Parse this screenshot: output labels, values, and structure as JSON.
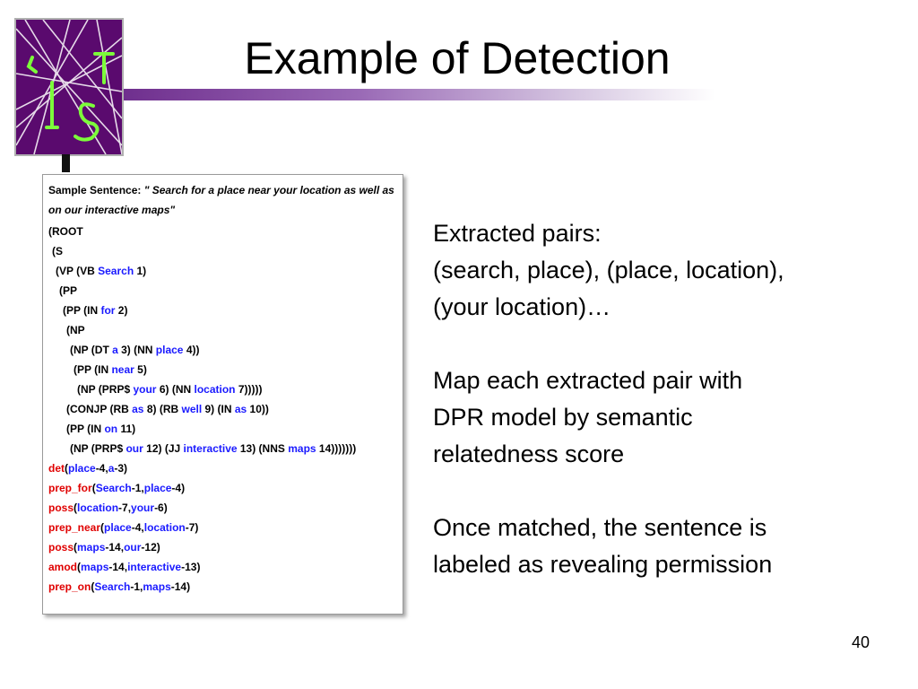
{
  "slide": {
    "title": "Example of Detection",
    "page_number": "40"
  },
  "panel": {
    "sample_label": "Sample Sentence:",
    "sample_text": "\" Search for a place near your location as well as on our interactive maps\"",
    "tree": [
      {
        "indent": 0,
        "parts": [
          {
            "t": "(ROOT"
          }
        ]
      },
      {
        "indent": 1,
        "parts": [
          {
            "t": "(S"
          }
        ]
      },
      {
        "indent": 2,
        "parts": [
          {
            "t": "(VP (VB "
          },
          {
            "t": "Search",
            "c": "blue"
          },
          {
            "t": " 1)"
          }
        ]
      },
      {
        "indent": 3,
        "parts": [
          {
            "t": "(PP"
          }
        ]
      },
      {
        "indent": 4,
        "parts": [
          {
            "t": "(PP (IN "
          },
          {
            "t": "for",
            "c": "blue"
          },
          {
            "t": " 2)"
          }
        ]
      },
      {
        "indent": 5,
        "parts": [
          {
            "t": "(NP"
          }
        ]
      },
      {
        "indent": 6,
        "parts": [
          {
            "t": "(NP (DT "
          },
          {
            "t": "a",
            "c": "blue"
          },
          {
            "t": " 3) (NN "
          },
          {
            "t": "place",
            "c": "blue"
          },
          {
            "t": " 4))"
          }
        ]
      },
      {
        "indent": 7,
        "parts": [
          {
            "t": "(PP (IN "
          },
          {
            "t": "near",
            "c": "blue"
          },
          {
            "t": " 5)"
          }
        ]
      },
      {
        "indent": 8,
        "parts": [
          {
            "t": "(NP (PRP$ "
          },
          {
            "t": "your",
            "c": "blue"
          },
          {
            "t": " 6) (NN "
          },
          {
            "t": "location",
            "c": "blue"
          },
          {
            "t": " 7)))))"
          }
        ]
      },
      {
        "indent": 5,
        "parts": [
          {
            "t": "(CONJP (RB "
          },
          {
            "t": "as",
            "c": "blue"
          },
          {
            "t": " 8) (RB "
          },
          {
            "t": "well",
            "c": "blue"
          },
          {
            "t": " 9) (IN "
          },
          {
            "t": "as",
            "c": "blue"
          },
          {
            "t": " 10))"
          }
        ]
      },
      {
        "indent": 5,
        "parts": [
          {
            "t": "(PP (IN "
          },
          {
            "t": "on",
            "c": "blue"
          },
          {
            "t": " 11)"
          }
        ]
      },
      {
        "indent": 6,
        "parts": [
          {
            "t": "(NP (PRP$ "
          },
          {
            "t": "our",
            "c": "blue"
          },
          {
            "t": " 12) (JJ "
          },
          {
            "t": "interactive",
            "c": "blue"
          },
          {
            "t": " 13) (NNS "
          },
          {
            "t": "maps",
            "c": "blue"
          },
          {
            "t": " 14)))))))"
          }
        ]
      }
    ],
    "deps": [
      {
        "rel": "det",
        "a": "place",
        "an": "-4,",
        "b": "a",
        "bn": "-3)"
      },
      {
        "rel": "prep_for",
        "a": "Search",
        "an": "-1,",
        "b": "place",
        "bn": "-4)"
      },
      {
        "rel": "poss",
        "a": "location",
        "an": "-7,",
        "b": "your",
        "bn": "-6)"
      },
      {
        "rel": "prep_near",
        "a": "place",
        "an": "-4,",
        "b": "location",
        "bn": "-7)"
      },
      {
        "rel": "poss",
        "a": "maps",
        "an": "-14,",
        "b": "our",
        "bn": "-12)"
      },
      {
        "rel": "amod",
        "a": "maps",
        "an": "-14,",
        "b": "interactive",
        "bn": "-13)"
      },
      {
        "rel": "prep_on",
        "a": "Search",
        "an": "-1,",
        "b": "maps",
        "bn": "-14)"
      }
    ]
  },
  "right": {
    "p1_line1": "Extracted pairs:",
    "p1_line2": "(search, place), (place, location),",
    "p1_line3": "(your location)…",
    "p2_line1": "Map each extracted pair with",
    "p2_line2": "DPR model by semantic",
    "p2_line3": "relatedness score",
    "p3_line1": "Once matched, the sentence is",
    "p3_line2": "labeled as revealing permission"
  },
  "colors": {
    "accent": "#6f2f8e",
    "token_blue": "#1a1aff",
    "relation_red": "#e00000",
    "logo_purple": "#5a0a6e",
    "logo_green": "#7cfc3a"
  }
}
